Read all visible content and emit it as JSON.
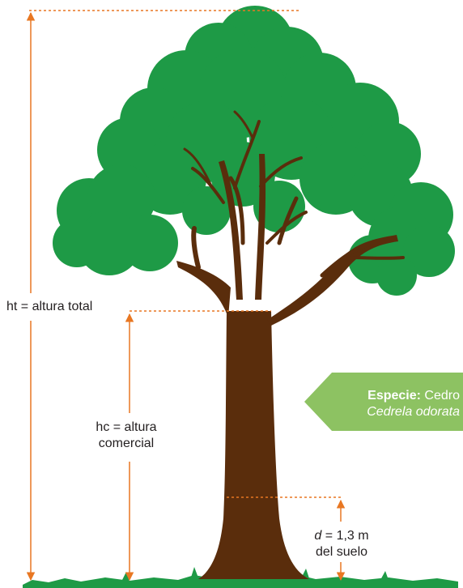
{
  "labels": {
    "ht": "ht = altura total",
    "hc_line1": "hc = altura",
    "hc_line2": "comercial",
    "d_var": "d",
    "d_value": " = 1,3 m",
    "d_line2": "del suelo"
  },
  "species": {
    "label": "Especie:",
    "common_name": " Cedro",
    "scientific_name": "Cedrela odorata"
  },
  "colors": {
    "foliage": "#1e9a46",
    "foliage_light": "#27a84f",
    "trunk": "#5a2d0c",
    "grass": "#1e9a46",
    "measure": "#e87722",
    "tag": "#8dc262"
  }
}
